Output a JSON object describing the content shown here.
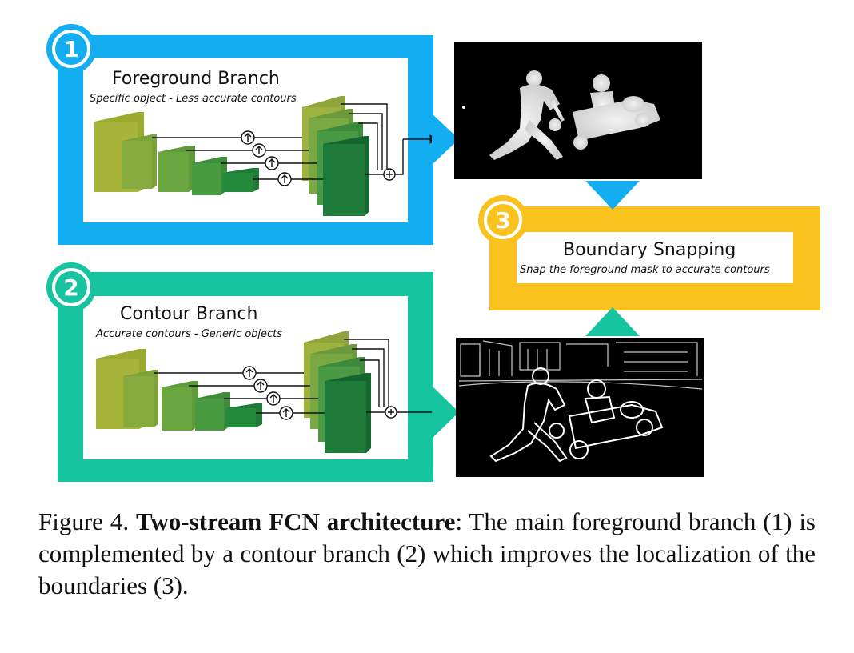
{
  "branch1": {
    "badge": "1",
    "title": "Foreground Branch",
    "subtitle": "Specific object - Less accurate contours",
    "color": "#12aef1"
  },
  "branch2": {
    "badge": "2",
    "title": "Contour Branch",
    "subtitle": "Accurate contours - Generic objects",
    "color": "#17c4a0"
  },
  "branch3": {
    "badge": "3",
    "title": "Boundary Snapping",
    "subtitle": "Snap the foreground mask to accurate contours",
    "color": "#f9c21f"
  },
  "caption": {
    "prefix": "Figure 4. ",
    "bold": "Two-stream FCN architecture",
    "rest": ": The main foreground branch (1) is complemented by a contour branch (2) which improves the localization of the boundaries (3)."
  }
}
